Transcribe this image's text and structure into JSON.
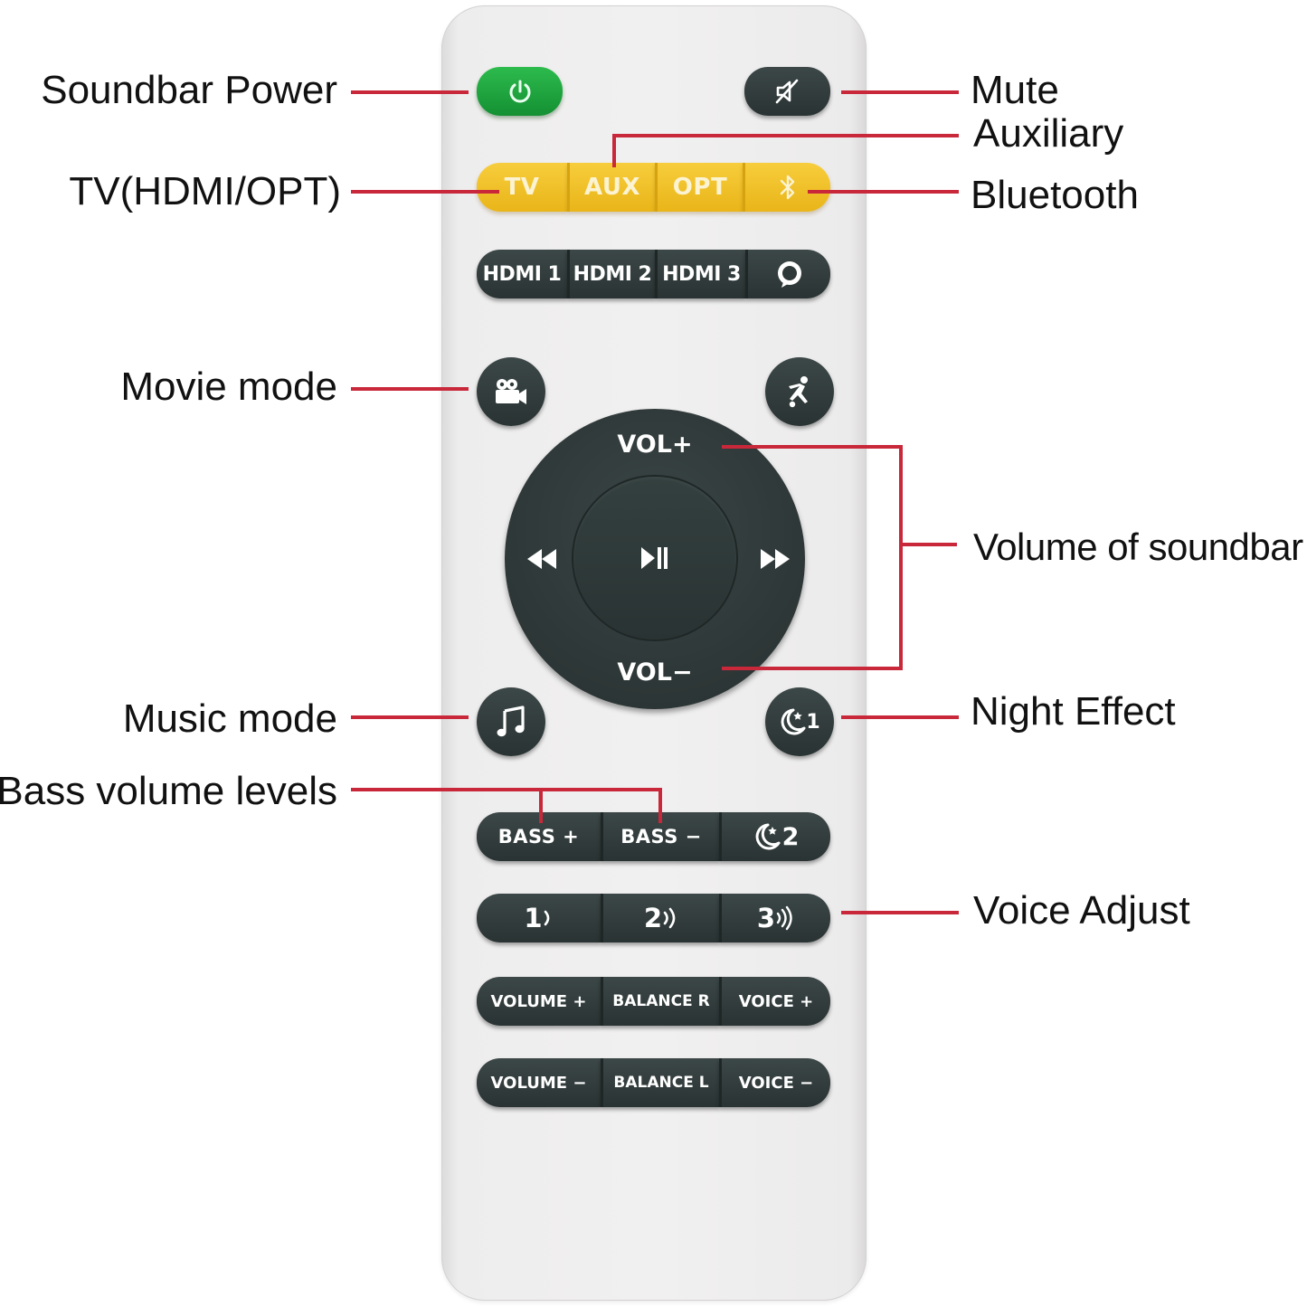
{
  "labels": {
    "soundbar_power": "Soundbar Power",
    "mute": "Mute",
    "auxiliary": "Auxiliary",
    "tv_hdmi_opt": "TV(HDMI/OPT)",
    "bluetooth": "Bluetooth",
    "movie_mode": "Movie mode",
    "volume_of_soundbar": "Volume of soundbar",
    "music_mode": "Music mode",
    "night_effect": "Night Effect",
    "bass_volume_levels": "Bass volume levels",
    "voice_adjust": "Voice Adjust"
  },
  "remote": {
    "source_row": {
      "tv": "TV",
      "aux": "AUX",
      "opt": "OPT"
    },
    "hdmi_row": {
      "hdmi1": "HDMI 1",
      "hdmi2": "HDMI 2",
      "hdmi3": "HDMI 3"
    },
    "dpad": {
      "vol_up": "VOL+",
      "vol_down": "VOL−"
    },
    "bass_row": {
      "bass_up": "BASS +",
      "bass_down": "BASS −",
      "night2": "2"
    },
    "voice_row": {
      "v1": "1",
      "v2": "2",
      "v3": "3"
    },
    "row_a": {
      "volume_up": "VOLUME +",
      "balance_r": "BALANCE R",
      "voice_up": "VOICE +"
    },
    "row_b": {
      "volume_down": "VOLUME −",
      "balance_l": "BALANCE L",
      "voice_down": "VOICE −"
    },
    "night1": "1"
  },
  "colors": {
    "leader_line": "#c8283a",
    "power_green": "#19a33c",
    "button_dark": "#2f3939",
    "button_yellow": "#f2c12e",
    "remote_body": "#efeeee"
  },
  "icons": [
    "power-icon",
    "mute-icon",
    "bluetooth-icon",
    "alexa-icon",
    "movie-camera-icon",
    "sports-icon",
    "rewind-icon",
    "play-pause-icon",
    "fast-forward-icon",
    "music-note-icon",
    "moon-star-icon"
  ]
}
